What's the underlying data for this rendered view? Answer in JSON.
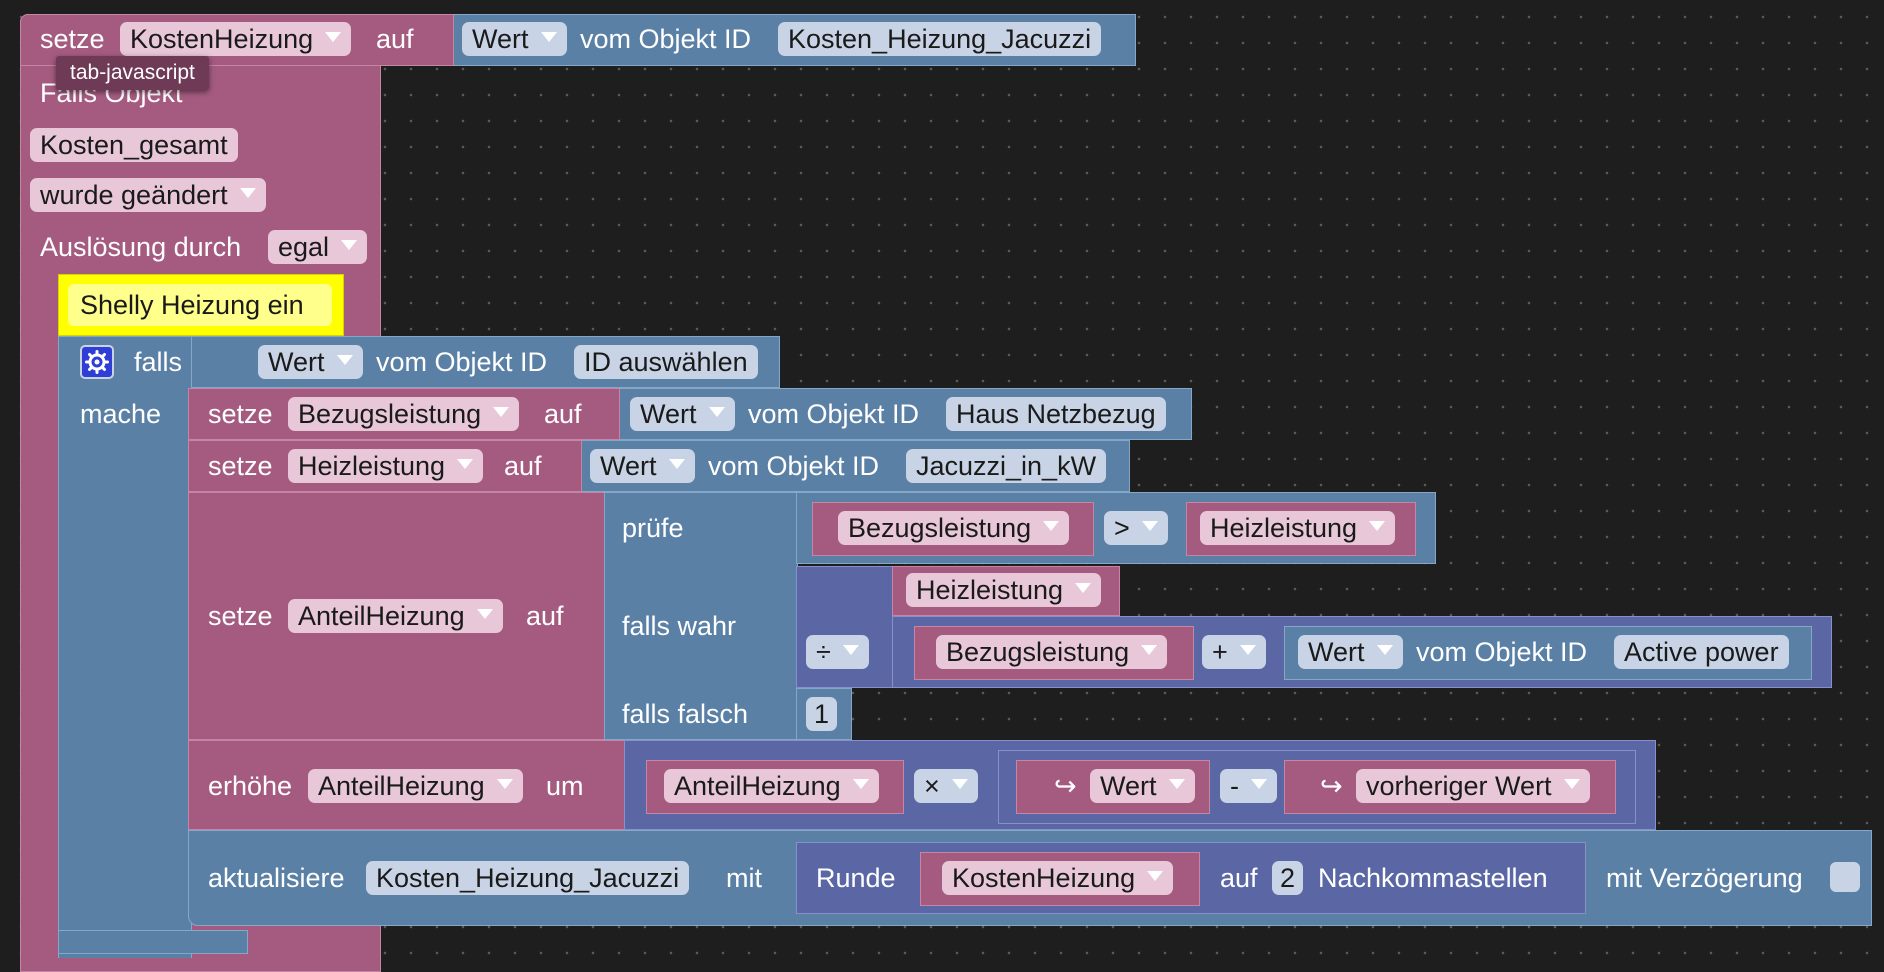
{
  "top_block": {
    "setze": "setze",
    "var": "KostenHeizung",
    "auf": "auf",
    "wert": "Wert",
    "vom_objekt_id": "vom Objekt ID",
    "object": "Kosten_Heizung_Jacuzzi"
  },
  "tooltip": "tab-javascript",
  "trigger": {
    "falls_objekt": "Falls Objekt",
    "object": "Kosten_gesamt",
    "event": "wurde geändert",
    "ausloesung": "Auslösung durch",
    "ausloesung_value": "egal"
  },
  "comment": "Shelly Heizung ein",
  "if_block": {
    "falls": "falls",
    "mache": "mache",
    "wert": "Wert",
    "vom_objekt_id": "vom Objekt ID",
    "object": "ID auswählen"
  },
  "set1": {
    "setze": "setze",
    "var": "Bezugsleistung",
    "auf": "auf",
    "wert": "Wert",
    "vom_objekt_id": "vom Objekt ID",
    "object": "Haus Netzbezug"
  },
  "set2": {
    "setze": "setze",
    "var": "Heizleistung",
    "auf": "auf",
    "wert": "Wert",
    "vom_objekt_id": "vom Objekt ID",
    "object": "Jacuzzi_in_kW"
  },
  "set3": {
    "setze": "setze",
    "var": "AnteilHeizung",
    "auf": "auf",
    "pruefe": "prüfe",
    "falls_wahr": "falls wahr",
    "falls_falsch": "falls falsch",
    "cmp_left": "Bezugsleistung",
    "cmp_op": ">",
    "cmp_right": "Heizleistung",
    "div_op": "÷",
    "numerator": "Heizleistung",
    "denom_left": "Bezugsleistung",
    "plus_op": "+",
    "wert": "Wert",
    "vom_objekt_id": "vom Objekt ID",
    "object": "Active power",
    "false_value": "1"
  },
  "increase": {
    "erhoehe": "erhöhe",
    "var": "AnteilHeizung",
    "um": "um",
    "left": "AnteilHeizung",
    "mul_op": "×",
    "arrow": "↪",
    "wert": "Wert",
    "minus_op": "-",
    "prev": "vorheriger Wert"
  },
  "update": {
    "aktualisiere": "aktualisiere",
    "object": "Kosten_Heizung_Jacuzzi",
    "mit": "mit",
    "runde": "Runde",
    "var": "KostenHeizung",
    "auf": "auf",
    "digits": "2",
    "nachkommastellen": "Nachkommastellen",
    "mit_verzoegerung": "mit Verzögerung"
  },
  "colors": {
    "variables": "#a55b80",
    "logic": "#5b80a5",
    "math": "#5b67a5",
    "comment": "#ffff00"
  }
}
